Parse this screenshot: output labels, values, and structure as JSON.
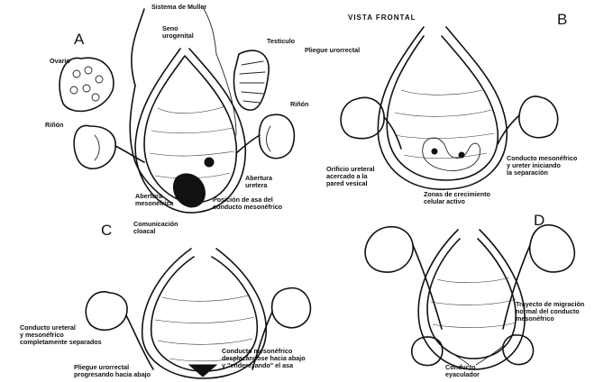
{
  "header": {
    "vista": "VISTA FRONTAL"
  },
  "panels": {
    "A": {
      "letter": "A",
      "labels": {
        "sistema_muller": "Sistema de Muller",
        "seno": "Seno\nurogenital",
        "testiculo": "Testiculo",
        "ovario": "Ovario",
        "rinon_left": "Riñón",
        "rinon_right": "Riñón",
        "abertura_uretera": "Abertura\nuretera",
        "abertura_mesonefrica": "Abertura\nmesonéfrica",
        "posicion": "Posición de asa del\nconducto mesonéfrico",
        "comunicacion": "Comunicación\ncloacal"
      }
    },
    "B": {
      "letter": "B",
      "labels": {
        "pliegue": "Pliegue urorrectal",
        "orificio": "Orificio ureteral\nacercado a la\npared vesical",
        "conducto": "Conducto mesonéfrico\ny ureter iniciando\nla separación",
        "zonas": "Zonas de crecimiento\ncelular activo"
      }
    },
    "C": {
      "letter": "C",
      "labels": {
        "conducto_ureteral": "Conducto ureteral\ny mesonéfrico\ncompletamente separados",
        "conducto_meso": "Conducto mesonéfrico\ndesplazándose hacia abajo\ny \"enderezando\" el asa",
        "pliegue": "Pliegue urorrectal\nprogresando hacia abajo"
      }
    },
    "D": {
      "letter": "D",
      "labels": {
        "trayecto": "Trayecto de migración\nnormal del conducto\nmesonéfrico",
        "conducto_eyac": "Conducto\neyaculador"
      }
    }
  }
}
